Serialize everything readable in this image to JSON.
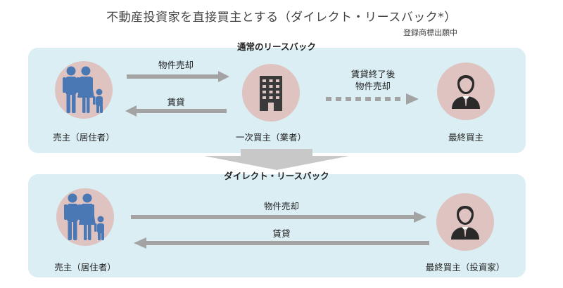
{
  "title": "不動産投資家を直接買主とする（ダイレクト・リースバック*）",
  "trademark_note": "登録商標出願中",
  "top_panel": {
    "label": "通常のリースバック",
    "seller_label": "売主（居住者）",
    "primary_buyer_label": "一次買主（業者）",
    "final_buyer_label": "最終買主",
    "arrow_sale_label": "物件売却",
    "arrow_lease_label": "賃貸",
    "arrow_after_line1": "賃貸終了後",
    "arrow_after_line2": "物件売却"
  },
  "bottom_panel": {
    "label": "ダイレクト・リースバック",
    "seller_label": "売主（居住者）",
    "final_buyer_label": "最終買主（投資家）",
    "arrow_sale_label": "物件売却",
    "arrow_lease_label": "賃貸"
  },
  "colors": {
    "panel_bg": "#daeef4",
    "circle_bg": "#dec3c0",
    "person_blue": "#4a78b5",
    "arrow_gray": "#a3a3a3",
    "building_dark": "#3a3a3a"
  }
}
